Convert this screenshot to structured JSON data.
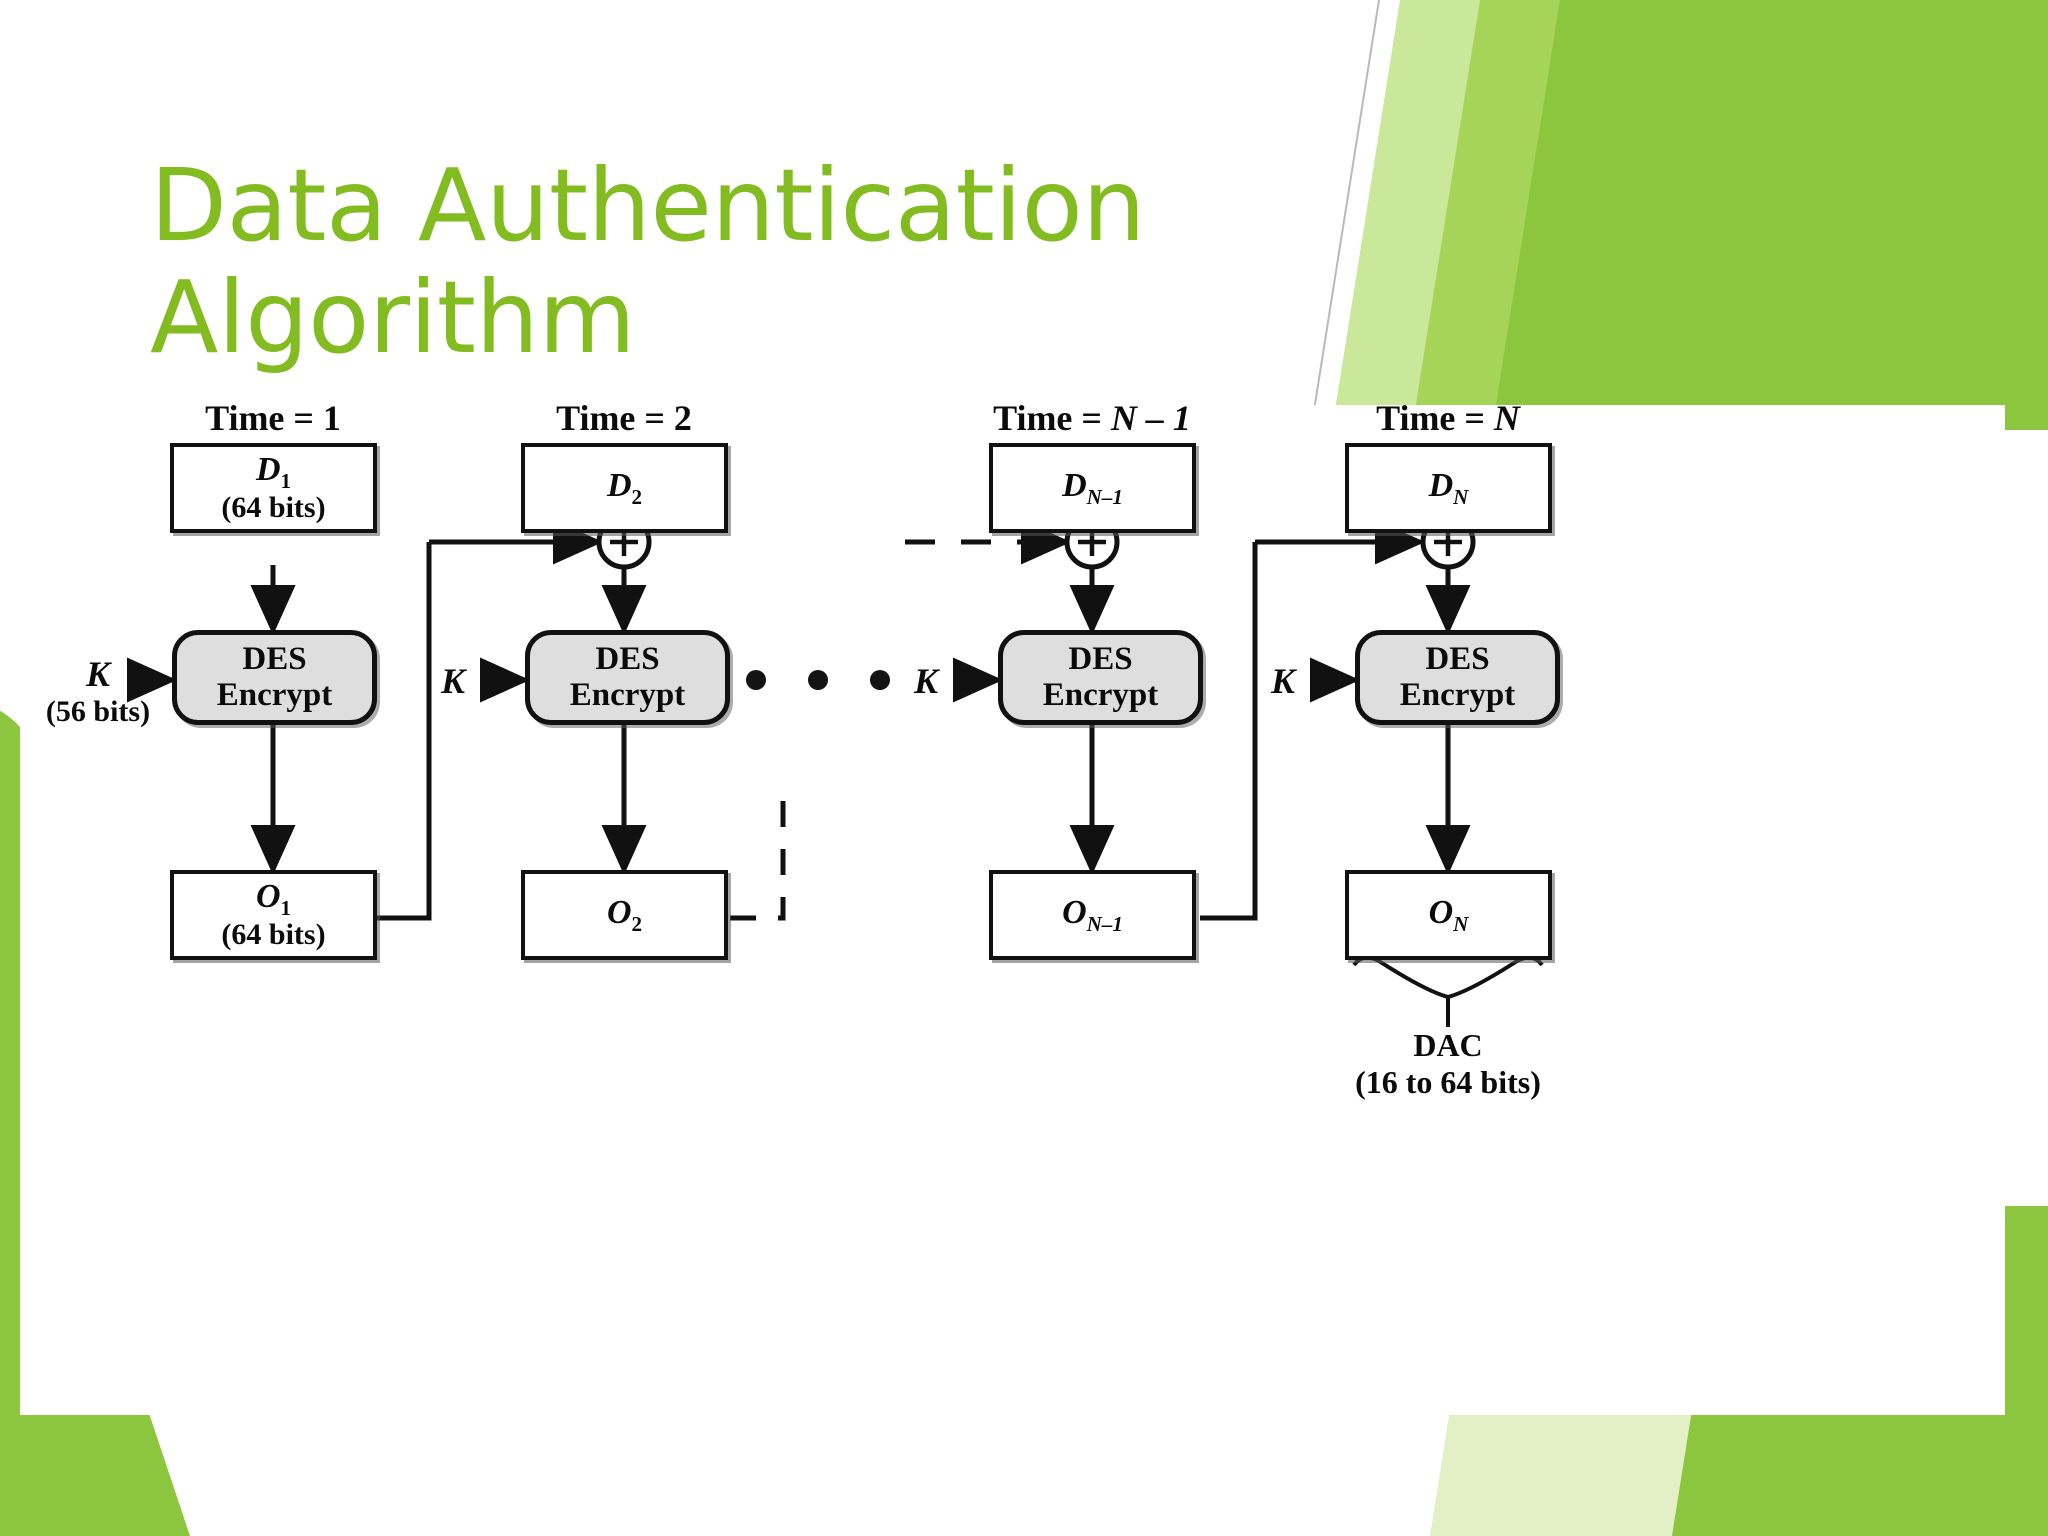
{
  "slide": {
    "title_line1": "Data Authentication",
    "title_line2": "Algorithm",
    "title_color": "#82BC21",
    "accent_green": "#8CC63E",
    "accent_green_light": "#C9E89A"
  },
  "figure": {
    "name": "data-authentication-algorithm-cbc-mac-diagram",
    "stages": [
      {
        "time_label_prefix": "Time = ",
        "time_label_value": "1",
        "time_label_italic": false,
        "data_symbol": "D",
        "data_subscript": "1",
        "data_bits": "(64 bits)",
        "cipher_label_line1": "DES",
        "cipher_label_line2": "Encrypt",
        "key_label": "K",
        "key_bits": "(56 bits)",
        "output_symbol": "O",
        "output_subscript": "1",
        "output_bits": "(64 bits)",
        "has_xor": false
      },
      {
        "time_label_prefix": "Time = ",
        "time_label_value": "2",
        "time_label_italic": false,
        "data_symbol": "D",
        "data_subscript": "2",
        "data_bits": "",
        "cipher_label_line1": "DES",
        "cipher_label_line2": "Encrypt",
        "key_label": "K",
        "key_bits": "",
        "output_symbol": "O",
        "output_subscript": "2",
        "output_bits": "",
        "has_xor": true
      },
      {
        "time_label_prefix": "Time = ",
        "time_label_value": "N – 1",
        "time_label_italic": true,
        "data_symbol": "D",
        "data_subscript": "N–1",
        "data_bits": "",
        "cipher_label_line1": "DES",
        "cipher_label_line2": "Encrypt",
        "key_label": "K",
        "key_bits": "",
        "output_symbol": "O",
        "output_subscript": "N–1",
        "output_bits": "",
        "has_xor": true
      },
      {
        "time_label_prefix": "Time = ",
        "time_label_value": "N",
        "time_label_italic": true,
        "data_symbol": "D",
        "data_subscript": "N",
        "data_bits": "",
        "cipher_label_line1": "DES",
        "cipher_label_line2": "Encrypt",
        "key_label": "K",
        "key_bits": "",
        "output_symbol": "O",
        "output_subscript": "N",
        "output_bits": "",
        "has_xor": true
      }
    ],
    "xor_glyph": "+",
    "ellipsis_dots": 3,
    "result": {
      "label": "DAC",
      "bits": "(16 to 64 bits)"
    }
  }
}
